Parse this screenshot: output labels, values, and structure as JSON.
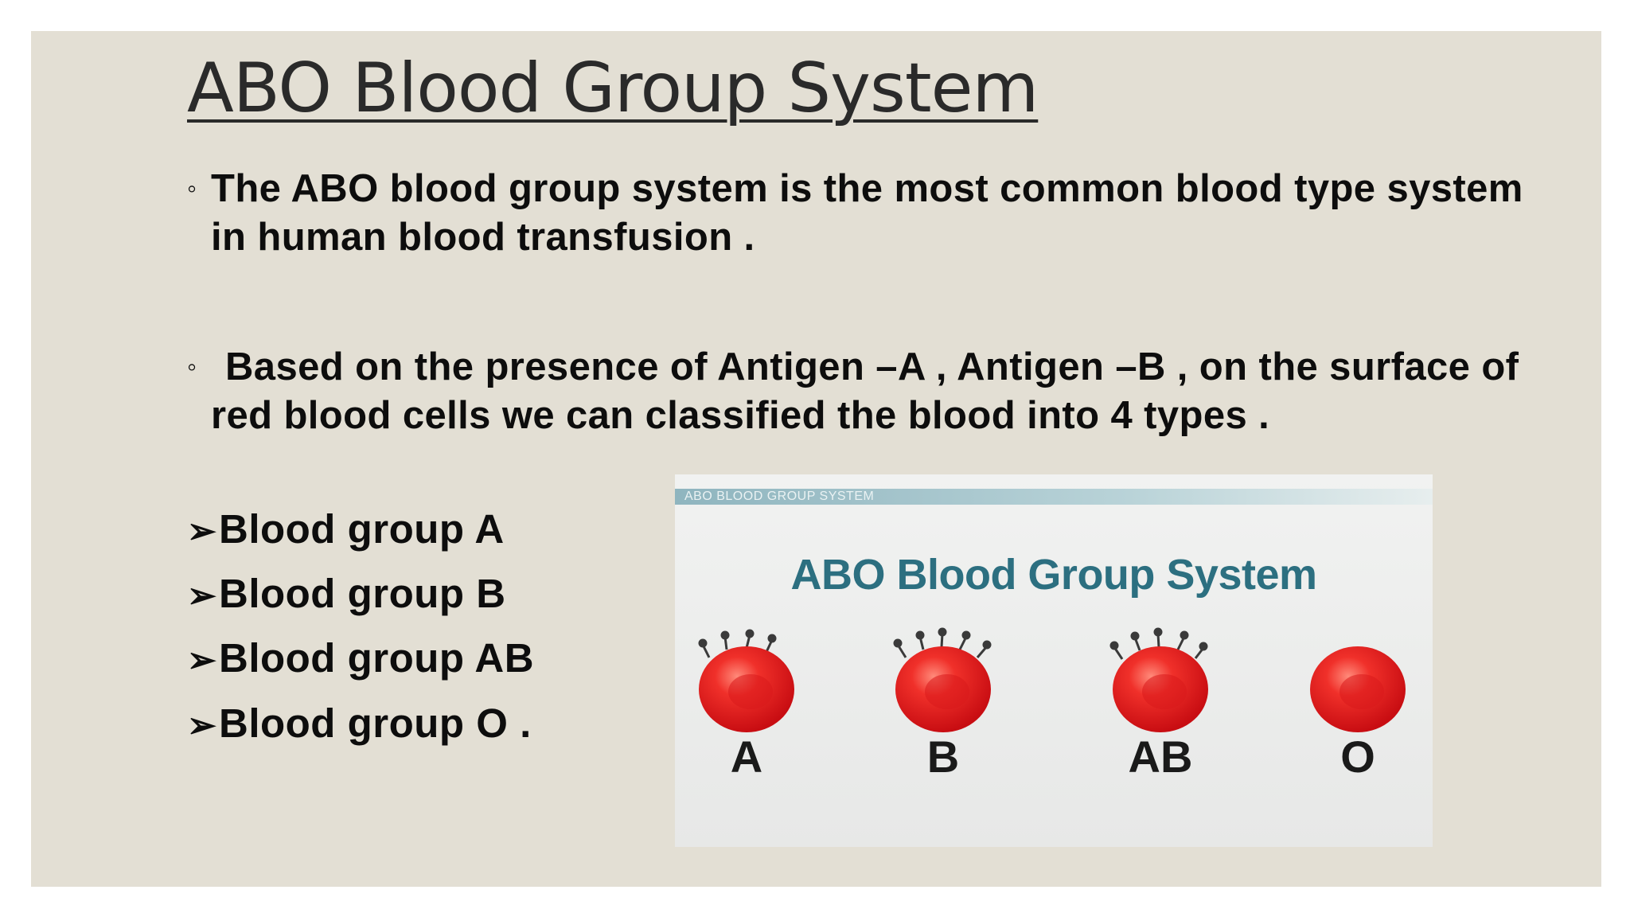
{
  "slide": {
    "title": "ABO Blood Group System",
    "bullets": [
      {
        "mark": "◦",
        "text": "The ABO blood group system is the most common blood type system in human blood transfusion ."
      },
      {
        "mark": "◦",
        "text": "Based on the presence of Antigen –A , Antigen –B , on the surface of red blood cells we can classified the blood into 4 types ."
      }
    ],
    "sub_items": [
      {
        "mark": "➢",
        "text": "Blood group A"
      },
      {
        "mark": "➢",
        "text": "Blood group B"
      },
      {
        "mark": "➢",
        "text": "Blood group AB"
      },
      {
        "mark": "➢",
        "text": "Blood group O ."
      }
    ]
  },
  "figure": {
    "header_text": "ABO BLOOD GROUP SYSTEM",
    "title": "ABO Blood Group System",
    "cells": [
      {
        "label": "A",
        "antigens": "A"
      },
      {
        "label": "B",
        "antigens": "B"
      },
      {
        "label": "AB",
        "antigens": "AB"
      },
      {
        "label": "O",
        "antigens": "none"
      }
    ],
    "colors": {
      "cell_red": "#e0141a",
      "cell_highlight": "#ff8a7a",
      "title_teal": "#2c6f80"
    }
  }
}
